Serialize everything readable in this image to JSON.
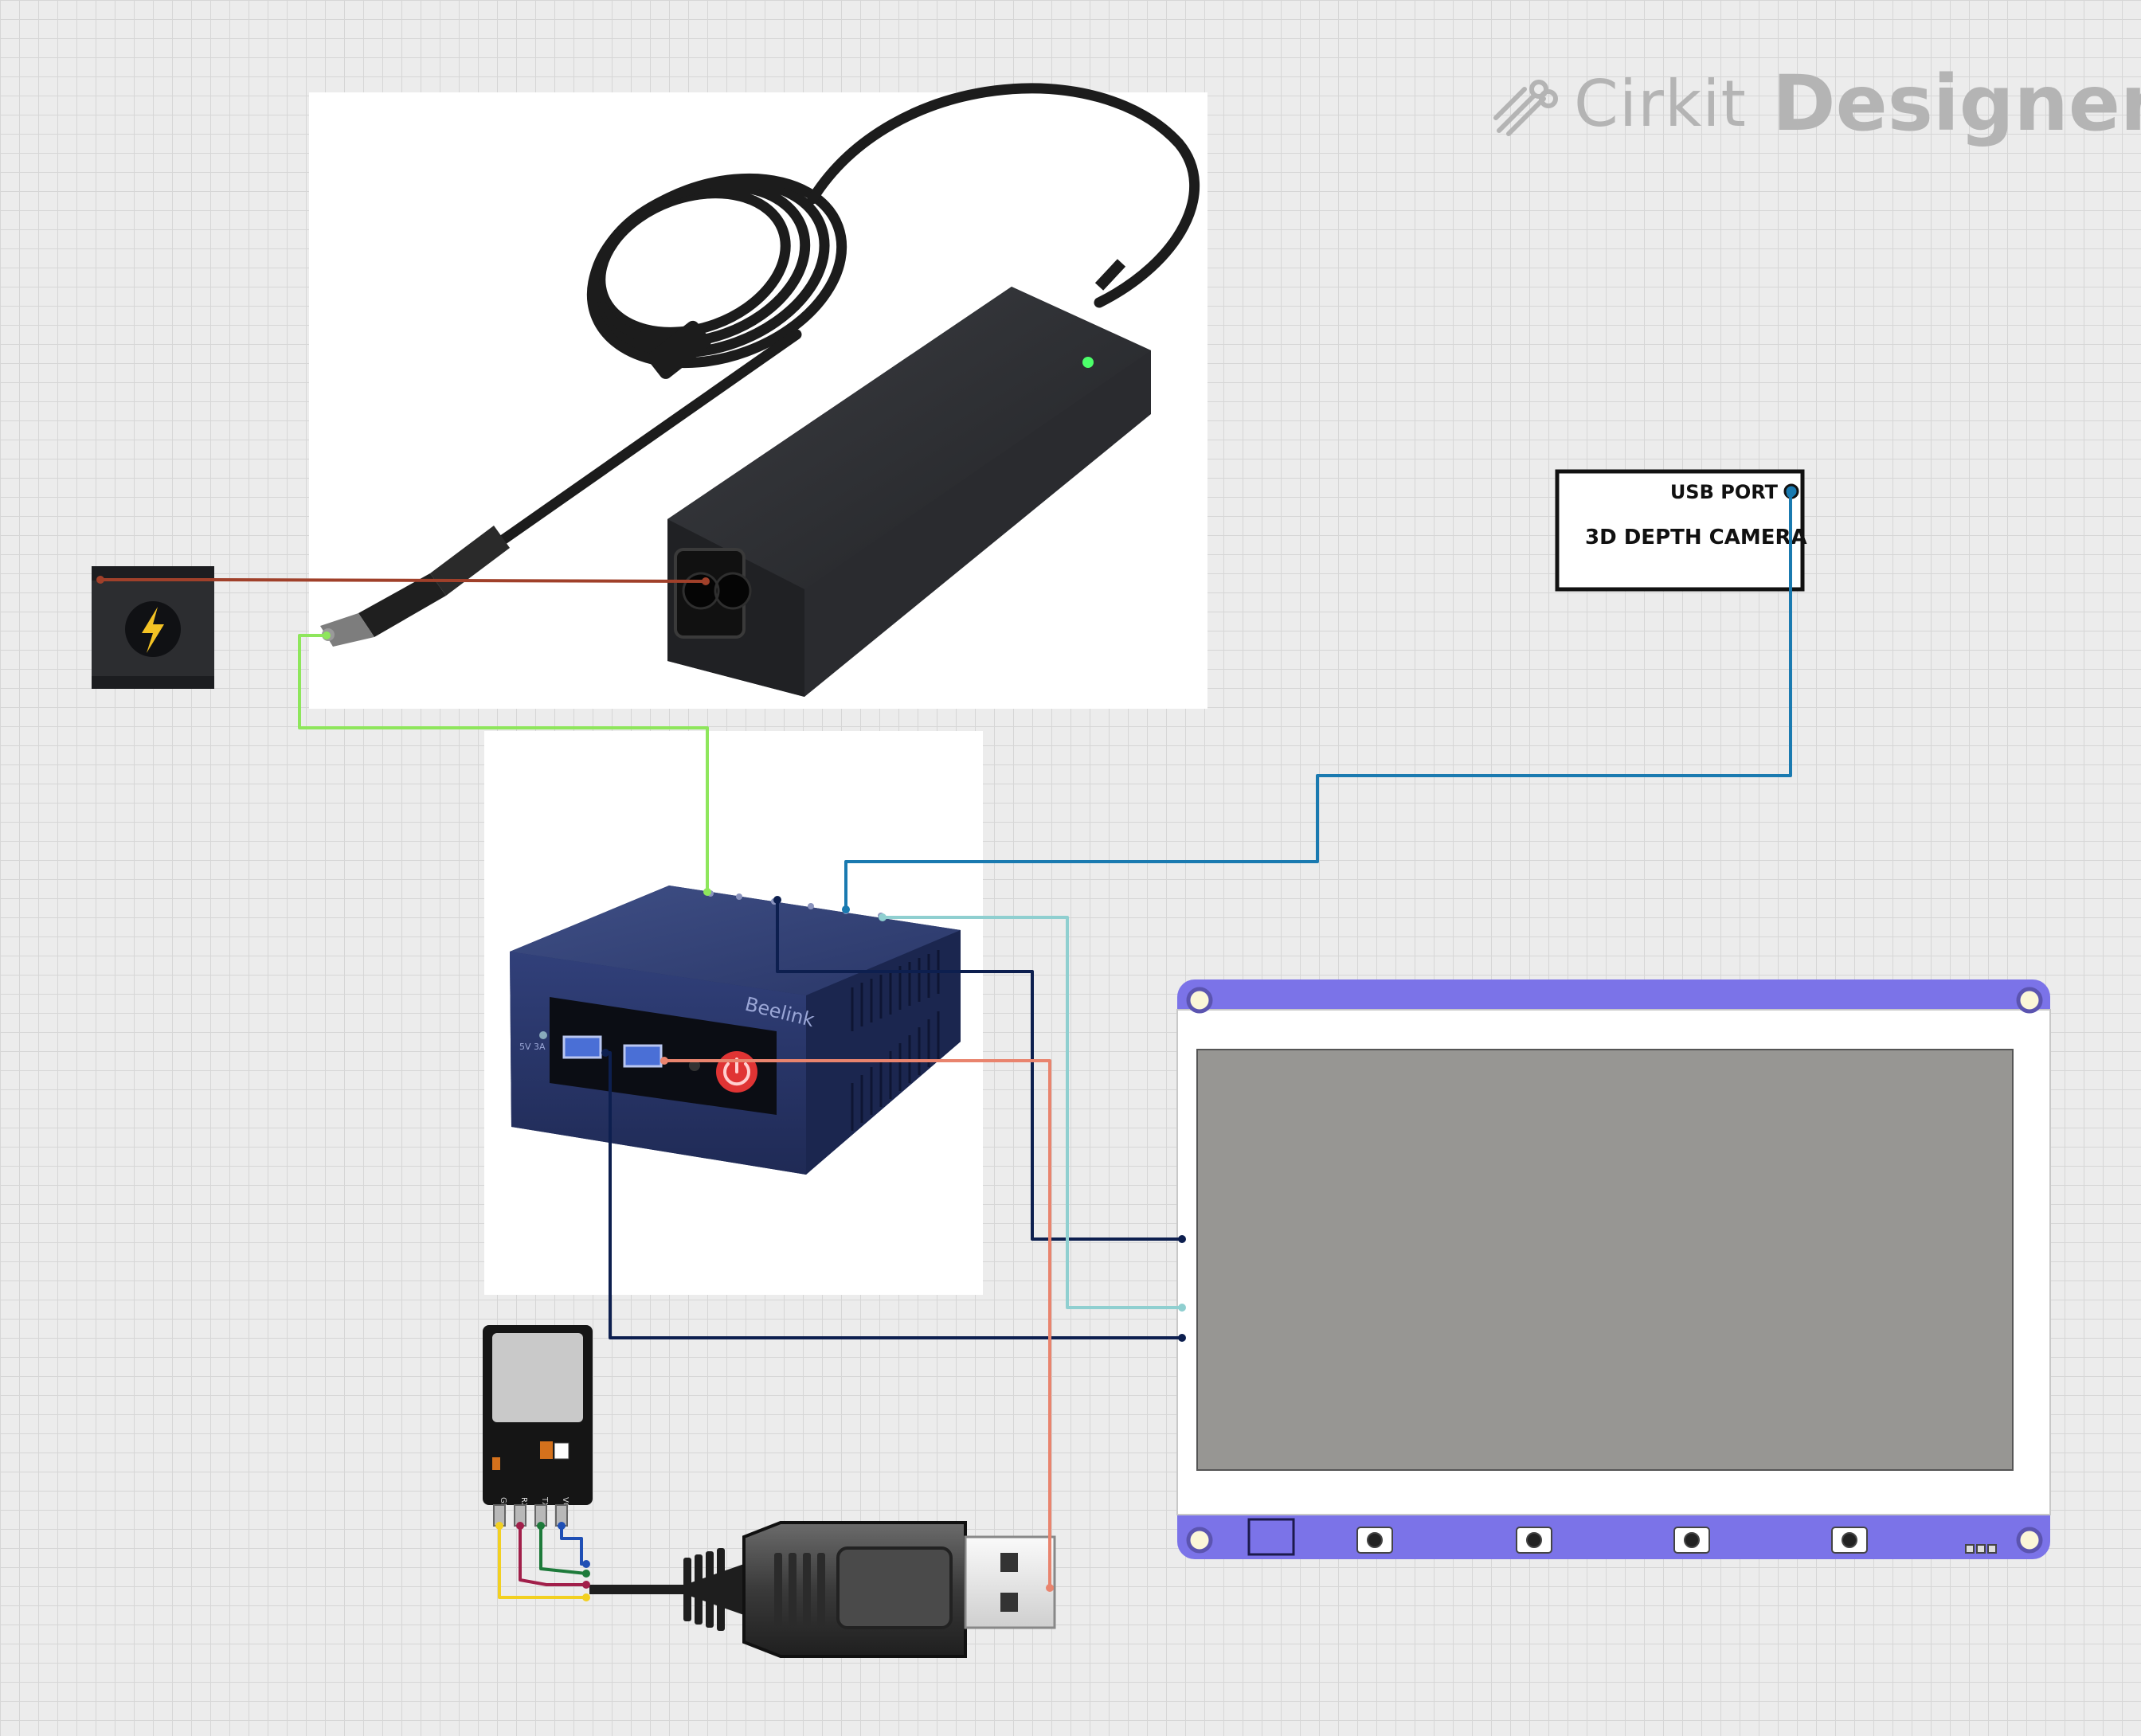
{
  "brand": {
    "name_light": "Cirkit",
    "name_bold": "Designer",
    "icon": "cirkit-logo-icon"
  },
  "camera": {
    "port_label": "USB PORT",
    "title": "3D DEPTH CAMERA"
  },
  "mini_pc": {
    "brand_text": "Beelink",
    "front_label": "5V 3A"
  },
  "uart_module": {
    "pins": [
      "GND",
      "RX",
      "TX",
      "VCC"
    ]
  },
  "wire_colors": {
    "mains": "#a0402a",
    "dc_power": "#8ee65c",
    "camera_usb": "#1a7ab0",
    "display_a": "#0d1f4f",
    "display_b": "#8fcfd0",
    "display_c": "#0d1f4f",
    "usb_serial": "#e9846e",
    "uart_vcc": "#1f4fb5",
    "uart_tx": "#1d7a3a",
    "uart_rx": "#a11f4a",
    "uart_gnd": "#f2d021"
  },
  "display_colors": {
    "frame": "#7b73e8",
    "bezel": "#ffffff",
    "screen": "#979693"
  },
  "icons": [
    "lightning-icon",
    "power-button-icon",
    "usb-a-plug-icon"
  ]
}
